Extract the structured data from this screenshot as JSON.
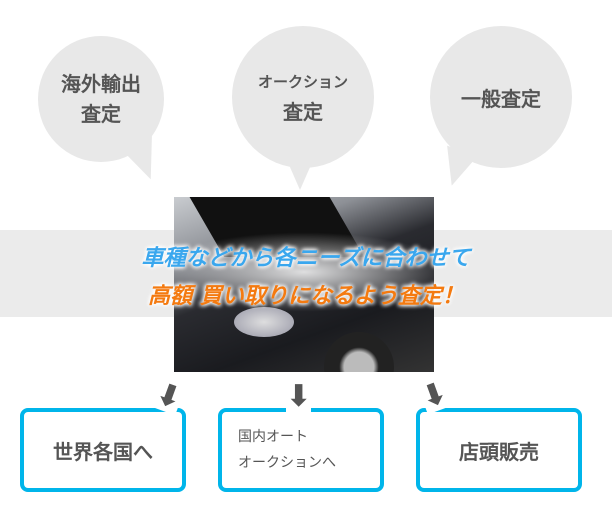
{
  "bubbles": [
    {
      "line1": "海外輸出",
      "line2": "査定"
    },
    {
      "line1": "オークション",
      "line2": "査定"
    },
    {
      "line1": "一般査定"
    }
  ],
  "headline": {
    "line1": "車種などから各ニーズに合わせて",
    "line2": "高額 買い取りになるよう査定！"
  },
  "destinations": [
    {
      "label": "世界各国へ"
    },
    {
      "line1": "国内オート",
      "line2": "オークションへ"
    },
    {
      "label": "店頭販売"
    }
  ],
  "colors": {
    "accent_border": "#00b5ea",
    "headline_blue": "#3aa7ee",
    "headline_orange": "#f47a10",
    "bubble": "#e8e8e8"
  }
}
